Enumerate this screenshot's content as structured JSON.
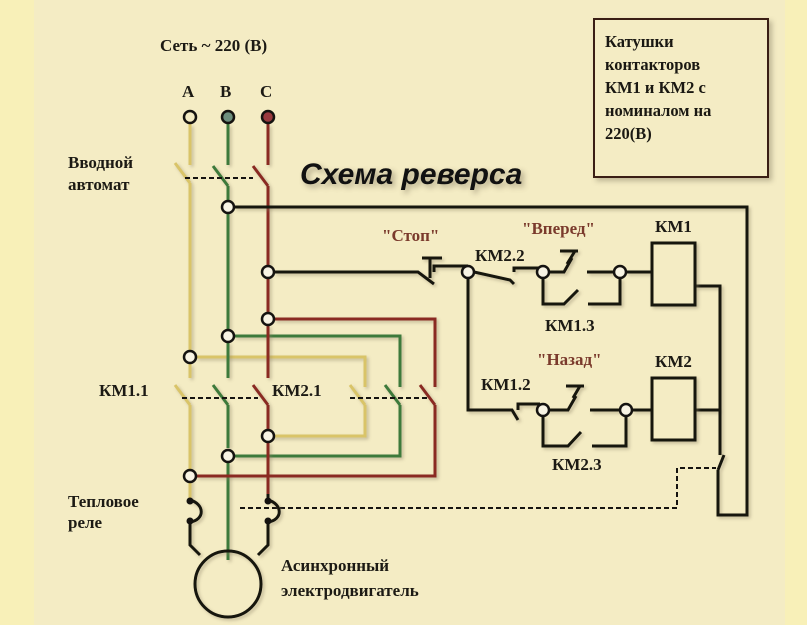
{
  "title": "Схема реверса",
  "supply": {
    "label": "Сеть ~ 220 (В)",
    "phases": [
      {
        "name": "A",
        "color": "#d9c468"
      },
      {
        "name": "B",
        "color": "#3d7a3a"
      },
      {
        "name": "C",
        "color": "#8a2a22"
      }
    ]
  },
  "note": {
    "lines": [
      "Катушки",
      "контакторов",
      "КМ1 и КМ2 с",
      "номиналом на",
      "220(В)"
    ]
  },
  "labels": {
    "input_breaker_line1": "Вводной",
    "input_breaker_line2": "автомат",
    "km1_1": "КМ1.1",
    "km2_1": "КМ2.1",
    "thermal_relay_line1": "Тепловое",
    "thermal_relay_line2": "реле",
    "motor_line1": "Асинхронный",
    "motor_line2": "электродвигатель",
    "stop": "\"Стоп\"",
    "forward": "\"Вперед\"",
    "back": "\"Назад\"",
    "km2_2": "КМ2.2",
    "km1_3": "КМ1.3",
    "km1_2": "КМ1.2",
    "km2_3": "КМ2.3",
    "km1_coil": "КМ1",
    "km2_coil": "КМ2"
  },
  "colors": {
    "background": "#f4ecc4",
    "wire": "#151310",
    "label_red": "#7a3a2c"
  }
}
